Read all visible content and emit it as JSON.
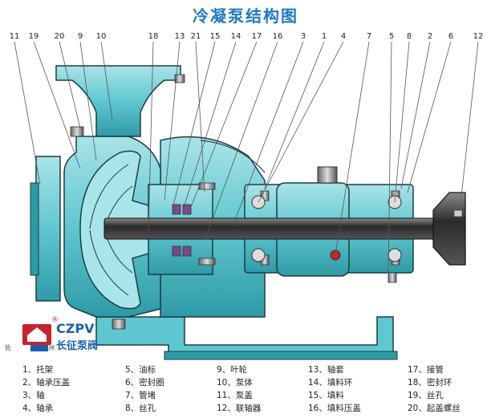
{
  "title": "冷凝泵结构图",
  "colors": {
    "body": "#5fc7cf",
    "body_dark": "#2f9aa6",
    "body_light": "#a9e4e8",
    "outline": "#1d3d44",
    "shaft": "#3a3a3a",
    "callout": "#555555",
    "title": "#1f78c8"
  },
  "callouts": [
    "11",
    "19",
    "20",
    "9",
    "10",
    "18",
    "13",
    "21",
    "15",
    "14",
    "17",
    "16",
    "3",
    "1",
    "4",
    "7",
    "5",
    "8",
    "2",
    "6",
    "12"
  ],
  "logo": {
    "text_en": "CZPV",
    "text_cn": "长征泵阀",
    "reg_mark": "®",
    "side_left": "佐",
    "side_right": "洲"
  },
  "legend": [
    [
      "1、托架",
      "5、油标",
      "9、叶轮",
      "13、轴套",
      "17、接管"
    ],
    [
      "2、轴承压盖",
      "6、密封圈",
      "10、泵体",
      "14、填料环",
      "18、密封环"
    ],
    [
      "3、轴",
      "7、管堵",
      "11、泵盖",
      "15、填料",
      "19、丝孔"
    ],
    [
      "4、轴承",
      "8、丝孔",
      "12、联轴器",
      "16、填料压盖",
      "20、起盖螺丝"
    ]
  ]
}
